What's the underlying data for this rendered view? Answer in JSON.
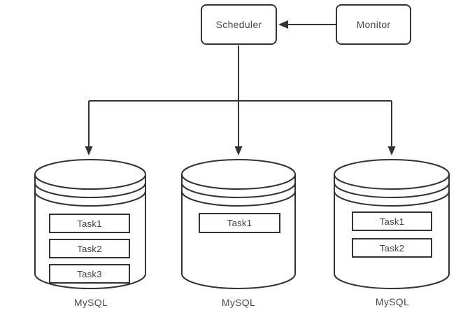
{
  "diagram": {
    "scheduler": {
      "label": "Scheduler"
    },
    "monitor": {
      "label": "Monitor"
    },
    "databases": [
      {
        "label": "MySQL",
        "tasks": [
          "Task1",
          "Task2",
          "Task3"
        ]
      },
      {
        "label": "MySQL",
        "tasks": [
          "Task1"
        ]
      },
      {
        "label": "MySQL",
        "tasks": [
          "Task1",
          "Task2"
        ]
      }
    ],
    "colors": {
      "line": "#333333",
      "text": "#4a4a4a",
      "background": "#ffffff"
    }
  }
}
